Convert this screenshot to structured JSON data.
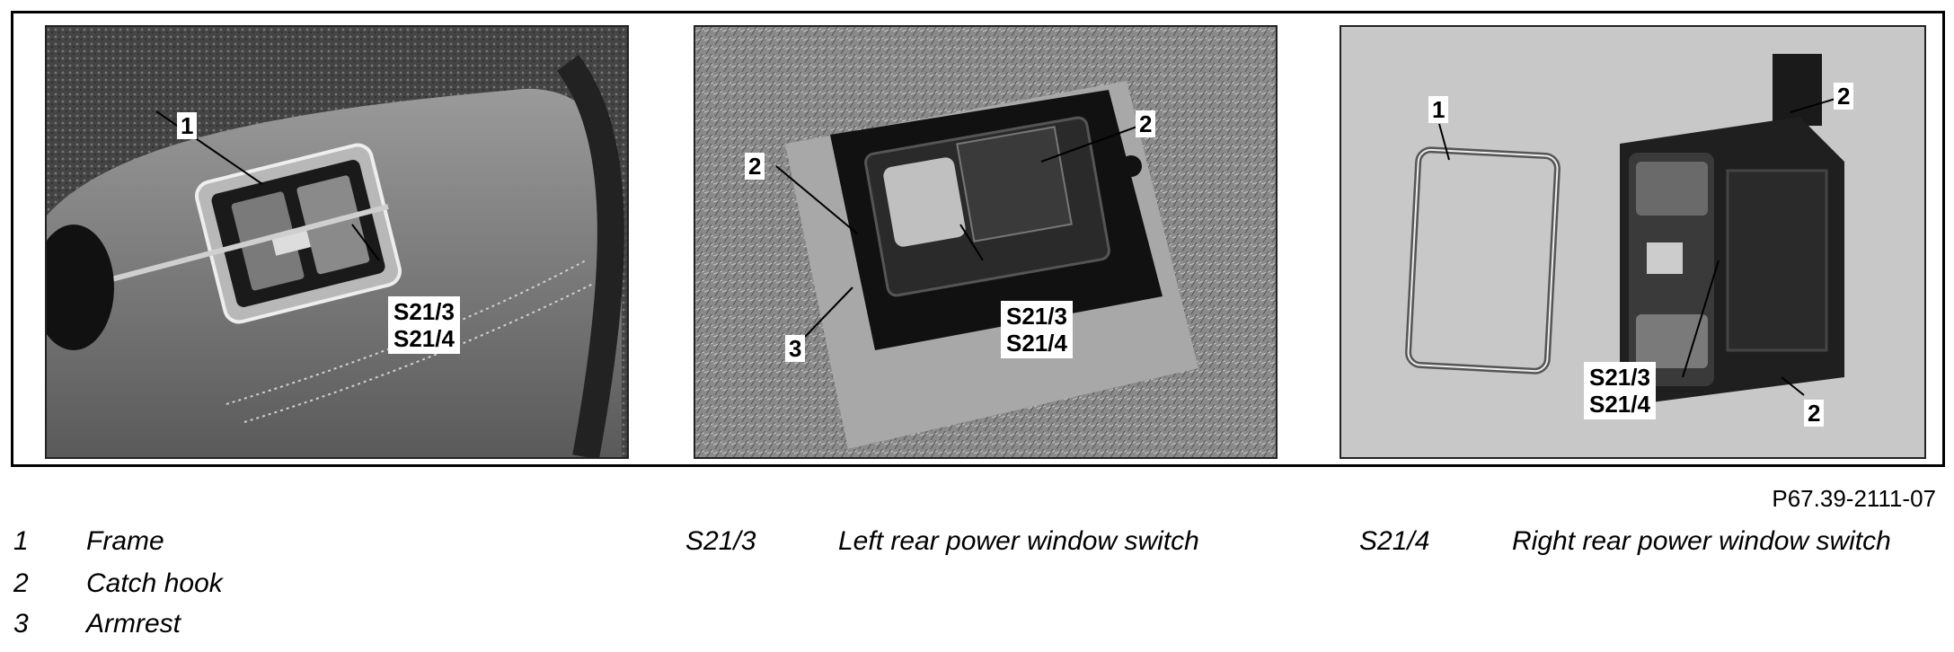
{
  "figure": {
    "reference": "P67.39-2111-07",
    "panels": [
      {
        "callouts": [
          "1",
          "S21/3",
          "S21/4"
        ]
      },
      {
        "callouts": [
          "2",
          "2",
          "3",
          "S21/3",
          "S21/4"
        ]
      },
      {
        "callouts": [
          "1",
          "2",
          "S21/3",
          "S21/4",
          "2"
        ]
      }
    ]
  },
  "legend": [
    {
      "key": "1",
      "text": "Frame"
    },
    {
      "key": "2",
      "text": "Catch hook"
    },
    {
      "key": "3",
      "text": "Armrest"
    },
    {
      "key": "S21/3",
      "text": "Left rear power window switch"
    },
    {
      "key": "S21/4",
      "text": "Right rear power window switch"
    }
  ],
  "colors": {
    "panel3_background": "#c8c8c8",
    "text": "#000000"
  }
}
